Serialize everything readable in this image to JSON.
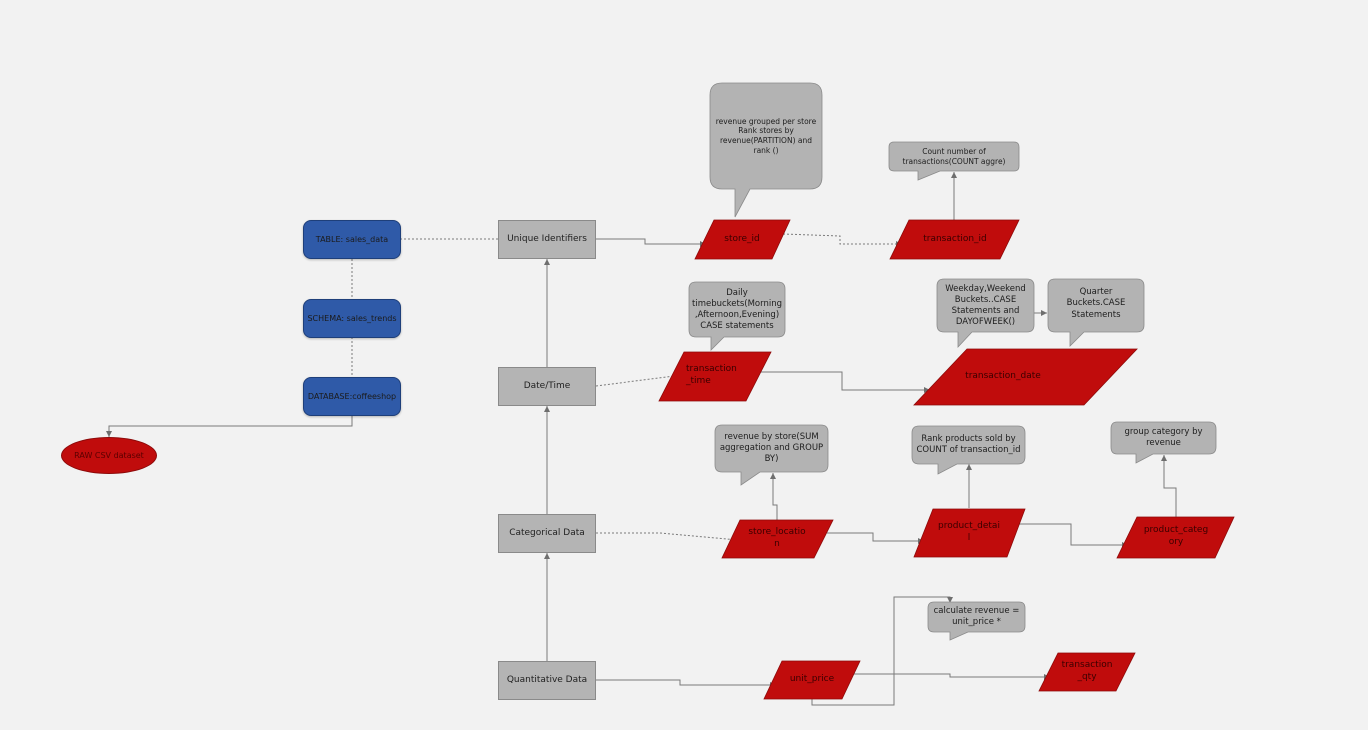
{
  "nodes": {
    "table": "TABLE: sales_data",
    "schema": "SCHEMA: sales_trends",
    "database": "DATABASE:coffeeshop",
    "raw_csv": "RAW CSV dataset",
    "unique_identifiers": "Unique Identifiers",
    "date_time": "Date/Time",
    "categorical_data": "Categorical Data",
    "quantitative_data": "Quantitative Data",
    "store_id": "store_id",
    "transaction_id": "transaction_id",
    "transaction_time": "transaction\n_time",
    "transaction_date": "transaction_date",
    "store_location": "store_locatio\nn",
    "product_detail": "product_detai\nl",
    "product_category": "product_categ\nory",
    "unit_price": "unit_price",
    "transaction_qty": "transaction\n_qty"
  },
  "callouts": {
    "revenue_per_store": "revenue grouped per store Rank stores by revenue(PARTITION) and rank ()",
    "count_transactions": "Count number of transactions(COUNT aggre)",
    "daily_timebuckets": "Daily timebuckets(Morning ,Afternoon,Evening) CASE statements",
    "weekday_weekend": "Weekday,Weekend Buckets..CASE Statements and DAYOFWEEK()",
    "quarter_buckets": "Quarter Buckets.CASE Statements",
    "revenue_by_store": "revenue by store(SUM aggregation and GROUP BY)",
    "rank_products": "Rank products sold by COUNT of transaction_id",
    "group_category": "group category by revenue",
    "calculate_revenue": "calculate revenue = unit_price *"
  },
  "colors": {
    "background": "#f2f2f2",
    "blue_box": "#2f5aa8",
    "gray_box": "#b4b4b4",
    "red_shape": "#c00c0c",
    "callout": "#b3b3b3",
    "connector": "#7a7a7a"
  }
}
